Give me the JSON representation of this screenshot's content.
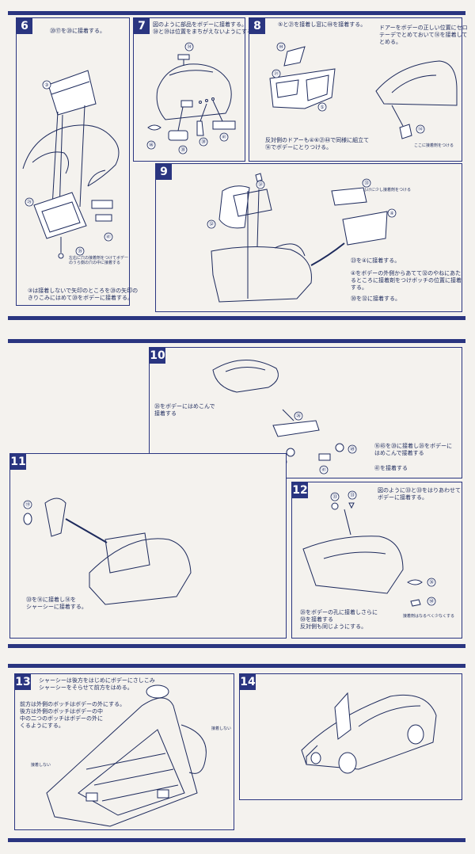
{
  "steps": {
    "s6": {
      "num": "6",
      "text1": "⑳⑰を⑳に接着する。",
      "note": "左右に穴の接着剤をつけてボデー\nのうら側の穴の中に接着する",
      "text2": "③は接着しないで矢印のところを⑳の矢印の\nきりこみにはめて⑳をボデーに接着する。",
      "labels": {
        "a": "③",
        "b": "㉕",
        "c": "㊶",
        "d": "㉟"
      }
    },
    "s7": {
      "num": "7",
      "text1": "図のように部品をボデーに接着する。\n㊳と㊴は位置をまちがえないようにする。",
      "labels": {
        "a": "㉞",
        "b": "㊻",
        "c": "㊳",
        "d": "㉚",
        "e": "㊶"
      }
    },
    "s8": {
      "num": "8",
      "text1": "⑤と㉑を接着し窓に㊹を接着する。",
      "text2": "ドアーをボデーの正しい位置にセロ\nテーデでとめておいて⑭を接着して\nとめる。",
      "text3": "反対側のドアーも④⑥㉑㊹で同様に組立て\n⑭でボデーにとりつける。",
      "note": "ここに接着剤をつける",
      "labels": {
        "a": "㊹",
        "b": "㉑",
        "c": "⑤",
        "d": "⑭"
      }
    },
    "s9": {
      "num": "9",
      "note": "ふけに少し接着剤をつける",
      "text1": "㉓を④に接着する。",
      "text2": "④をボデーの外側からあてて㉜のやねにあた\nるところに接着剤をつけボッチの位置に接着\nする。",
      "text3": "㉚を㉜に接着する。",
      "labels": {
        "a": "㉜",
        "b": "㉝",
        "c": "④",
        "d": "㉜"
      }
    },
    "s10": {
      "num": "10",
      "text1": "㉖をボデーにはめこんで\n接着する",
      "text2": "⑯㊺を⑳に接着し㉖をボデーに\nはめこんで接着する",
      "text3": "㊶を接着する",
      "labels": {
        "a": "㉖",
        "b": "㊽",
        "c": "㊶",
        "d": "㊾"
      }
    },
    "s11": {
      "num": "11",
      "text1": "㉝を⑭に接着し⑭を\nシャーシーに接着する。",
      "labels": {
        "a": "⑲"
      }
    },
    "s12": {
      "num": "12",
      "text1": "図のように㉝と㉝をはりあわせて\nボデーに接着する。",
      "text2": "㉖をボデーの孔に接着しさらに\n㊿を接着する\n反対側も同じようにする。",
      "note": "接着剤はなるべく少なくする",
      "labels": {
        "a": "㉝",
        "b": "㉝",
        "c": "㊱",
        "d": "㊿"
      }
    },
    "s13": {
      "num": "13",
      "text1": "シャーシーは後方をはじめにボデーにさしこみ\nシャーシーをそらせて前方をはめる。",
      "text2": "前方は外側のボッチはボデーの外にする。\n後方は外側のボッチはボデーの中\n中の二つのボッチはボデーの外に\nくるようにする。",
      "note_left": "接着しない",
      "note_right": "接着しない"
    },
    "s14": {
      "num": "14"
    }
  },
  "colors": {
    "ink": "#1d2a5c",
    "band": "#2a3580",
    "paper": "#f4f2ee"
  }
}
